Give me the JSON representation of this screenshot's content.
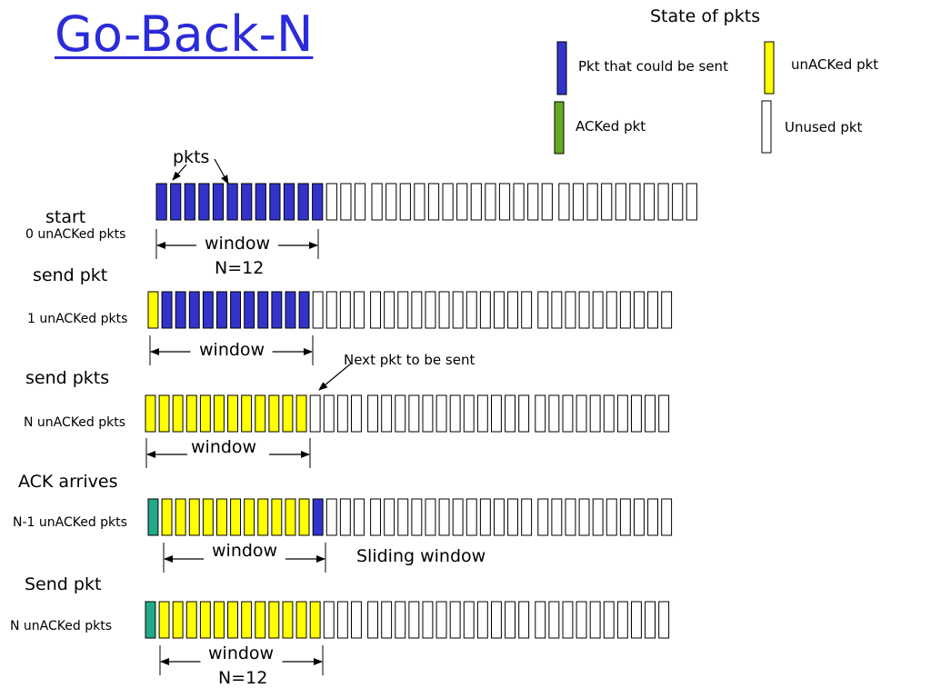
{
  "title": "Go-Back-N",
  "legend": {
    "heading": "State of pkts",
    "items": [
      {
        "label": "Pkt that could be sent",
        "color": "#3333cc"
      },
      {
        "label": "unACKed pkt",
        "color": "#ffff00"
      },
      {
        "label": "ACKed pkt",
        "color": "#66aa22"
      },
      {
        "label": "Unused pkt",
        "color": "#ffffff"
      }
    ]
  },
  "pkts_label": "pkts",
  "colors": {
    "blue": "#3333cc",
    "yellow": "#ffff00",
    "teal": "#22aa88",
    "white": "#ffffff",
    "title": "#2b2bd9"
  },
  "rows": [
    {
      "name": "start",
      "count": "0 unACKed pkts",
      "window": "window",
      "window_n": "N=12",
      "cells": {
        "teal": 0,
        "yellow": 0,
        "blue": 12,
        "white": 26
      }
    },
    {
      "name": "send pkt",
      "count": "1 unACKed pkts",
      "window": "window",
      "window_n": "",
      "cells": {
        "teal": 0,
        "yellow": 1,
        "blue": 11,
        "white": 26
      }
    },
    {
      "name": "send pkts",
      "count": "N unACKed pkts",
      "window": "window",
      "window_n": "",
      "cells": {
        "teal": 0,
        "yellow": 12,
        "blue": 0,
        "white": 26
      }
    },
    {
      "name": "ACK arrives",
      "count": "N-1 unACKed pkts",
      "window": "window",
      "window_n": "",
      "cells": {
        "teal": 1,
        "yellow": 11,
        "blue": 1,
        "white": 25
      }
    },
    {
      "name": "Send pkt",
      "count": "N unACKed pkts",
      "window": "window",
      "window_n": "N=12",
      "cells": {
        "teal": 1,
        "yellow": 12,
        "blue": 0,
        "white": 25
      }
    }
  ],
  "annotations": {
    "next_pkt": "Next pkt to be sent",
    "sliding_window": "Sliding window"
  }
}
